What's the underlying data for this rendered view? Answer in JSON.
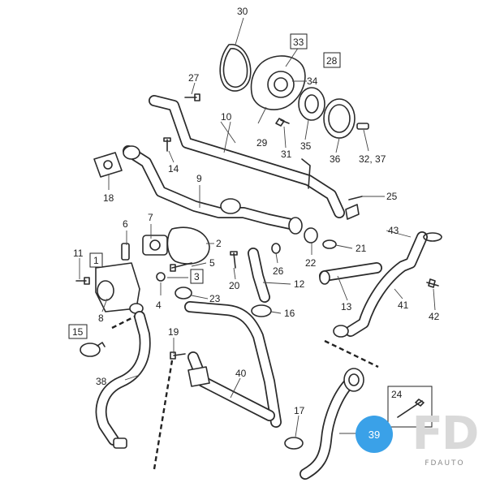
{
  "callouts": {
    "c1": "1",
    "c2": "2",
    "c3": "3",
    "c4": "4",
    "c5": "5",
    "c6": "6",
    "c7": "7",
    "c8": "8",
    "c9": "9",
    "c10": "10",
    "c11": "11",
    "c12": "12",
    "c13": "13",
    "c14": "14",
    "c15": "15",
    "c16": "16",
    "c17": "17",
    "c18": "18",
    "c19": "19",
    "c20": "20",
    "c21": "21",
    "c22": "22",
    "c23": "23",
    "c24": "24",
    "c25": "25",
    "c26": "26",
    "c27": "27",
    "c28": "28",
    "c29": "29",
    "c30": "30",
    "c31": "31",
    "c32": "32, 37",
    "c33": "33",
    "c34": "34",
    "c35": "35",
    "c36": "36",
    "c38": "38",
    "c39": "39",
    "c40": "40",
    "c41": "41",
    "c42": "42",
    "c43": "43"
  },
  "watermark": {
    "letters": "FD",
    "brand": "FDAUTO"
  },
  "highlight_color": "#3aa1e8"
}
